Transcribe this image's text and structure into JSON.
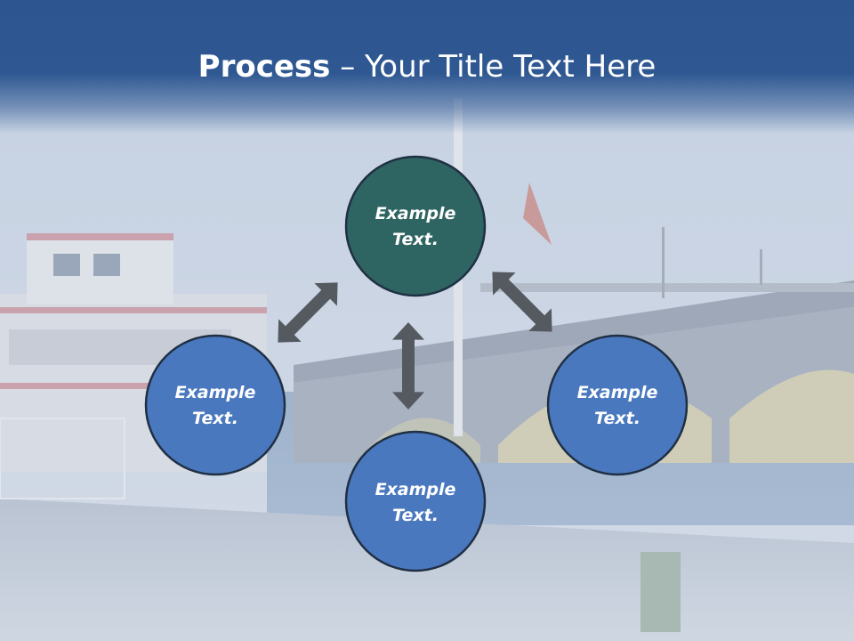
{
  "slide": {
    "title_bold": "Process",
    "title_sep": " – ",
    "title_rest": "Your Title Text Here"
  },
  "nodes": [
    {
      "line1": "Example",
      "line2": "Text.",
      "color": "#2e6461"
    },
    {
      "line1": "Example",
      "line2": "Text.",
      "color": "#4a78bf"
    },
    {
      "line1": "Example",
      "line2": "Text.",
      "color": "#4a78bf"
    },
    {
      "line1": "Example",
      "line2": "Text.",
      "color": "#4a78bf"
    }
  ],
  "colors": {
    "title_bar": "#2f5892",
    "circle_stroke": "#1f3044",
    "arrow": "#555a60"
  },
  "background": {
    "description_icon": "photo-background"
  }
}
